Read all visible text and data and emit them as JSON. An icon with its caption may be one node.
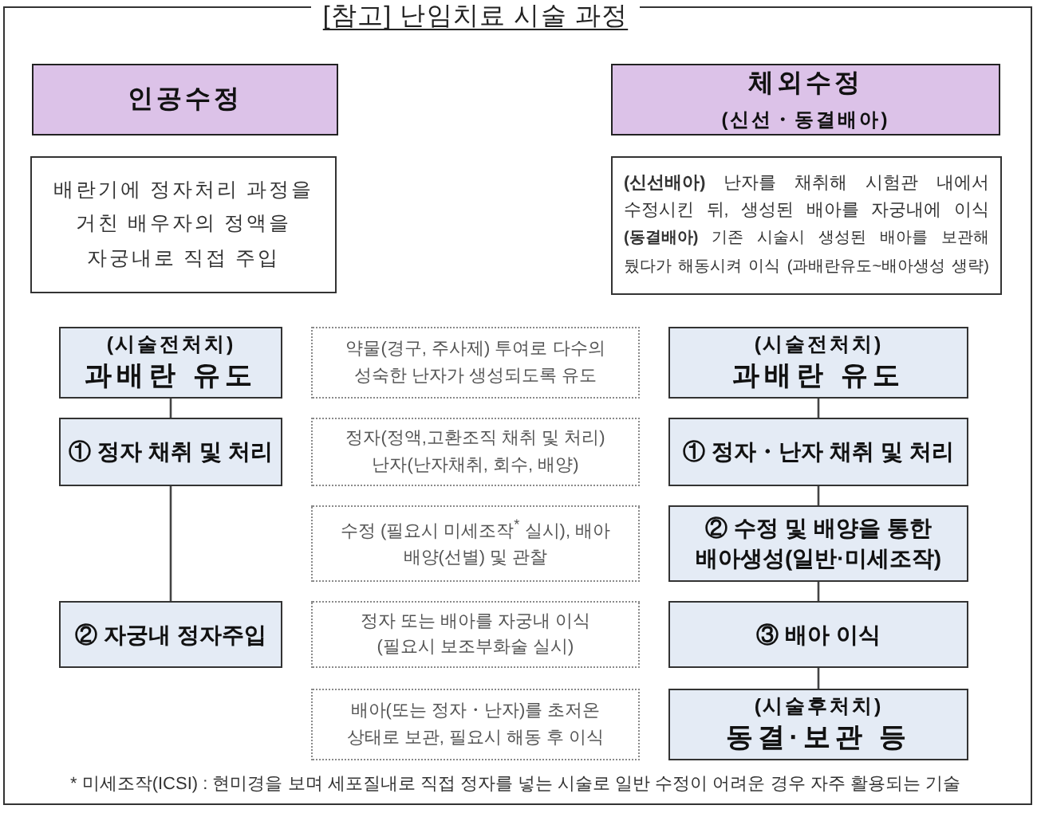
{
  "diagram": {
    "title": "[참고] 난임치료 시술 과정",
    "nodes": [
      {
        "text": [
          "인공수정"
        ]
      },
      {
        "text": [
          "체외수정",
          "(신선・동결배아)"
        ]
      },
      {
        "text": [
          "배란기에 정자처리 과정을 거친 배우자의 정액을 자궁내로 직접 주입"
        ]
      },
      {
        "text": [
          "**(신선배아)** 난자를 채취해 시험관 내에서 수정시킨 뒤, 생성된 배아를 자궁내에 이식",
          "**(동결배아)** 기존 시술시 생성된 배아를 보관해 뒀다가 해동시켜 이식 (과배란유도~배아생성 생략)"
        ]
      },
      {
        "text": [
          "(시술전처치)",
          "과배란 유도"
        ]
      },
      {
        "text": [
          "약물(경구, 주사제) 투여로 다수의 성숙한 난자가 생성되도록 유도"
        ]
      },
      {
        "text": [
          "(시술전처치)",
          "과배란 유도"
        ]
      },
      {
        "text": [
          "① 정자 채취 및 처리"
        ]
      },
      {
        "text": [
          "정자(정액,고환조직 채취 및 처리)",
          "난자(난자채취, 회수, 배양)"
        ]
      },
      {
        "text": [
          "① 정자・난자 채취 및 처리"
        ]
      },
      {
        "text": [
          "수정 (필요시 미세조작$^{*}$ 실시), 배아 배양(선별) 및 관찰"
        ]
      },
      {
        "text": [
          "② 수정 및 배양을 통한 배아생성(일반·미세조작)"
        ]
      },
      {
        "text": [
          "② 자궁내 정자주입"
        ]
      },
      {
        "text": [
          "정자 또는 배아를 자궁내 이식 (필요시 보조부화술 실시)"
        ]
      },
      {
        "text": [
          "③ 배아 이식"
        ]
      },
      {
        "text": [
          "배아(또는 정자・난자)를 초저온 상태로 보관, 필요시 해동 후 이식"
        ]
      },
      {
        "text": [
          "(시술후처치)",
          "동결·보관 등"
        ]
      }
    ],
    "edges": [
      {
        "from": 4,
        "to": 7,
        "arrow": "none"
      },
      {
        "from": 7,
        "to": 12,
        "arrow": "none"
      },
      {
        "from": 6,
        "to": 9,
        "arrow": "none"
      },
      {
        "from": 9,
        "to": 11,
        "arrow": "none"
      },
      {
        "from": 11,
        "to": 14,
        "arrow": "none"
      },
      {
        "from": 14,
        "to": 16,
        "arrow": "none"
      }
    ],
    "labels": [
      "* 미세조작(ICSI) : 현미경을 보며 세포질내로 직접 정자를 넣는 시술로 일반 수정이 어려운 경우 자주 활용되는 기술"
    ]
  }
}
